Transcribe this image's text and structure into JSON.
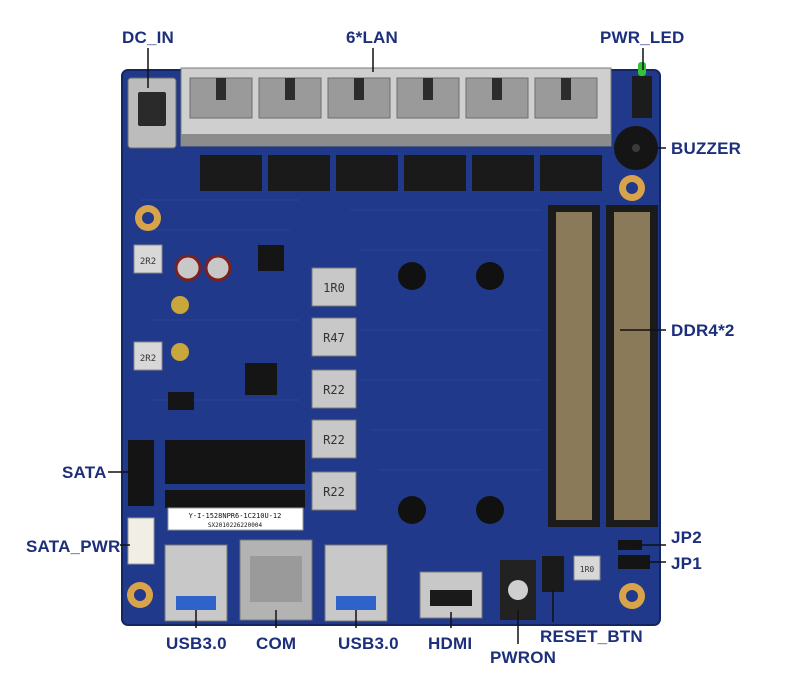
{
  "labels": {
    "dc_in": "DC_IN",
    "lan": "6*LAN",
    "pwr_led": "PWR_LED",
    "buzzer": "BUZZER",
    "ddr4": "DDR4*2",
    "sata": "SATA",
    "sata_pwr": "SATA_PWR",
    "jp2": "JP2",
    "jp1": "JP1",
    "usb3_left": "USB3.0",
    "com": "COM",
    "usb3_right": "USB3.0",
    "hdmi": "HDMI",
    "pwron": "PWRON",
    "reset_btn": "RESET_BTN"
  },
  "board": {
    "inductors": [
      "1R0",
      "R47",
      "R22",
      "R22",
      "R22"
    ],
    "left_inductors": [
      "2R2",
      "2R2"
    ],
    "small_inductor": "1R0",
    "pcb_label_1": "Y-I-1528NPR6-1C210U-12",
    "pcb_label_2": "SX2010226220004"
  },
  "colors": {
    "pcb": "#1f3a86",
    "label": "#1c2f7a"
  }
}
